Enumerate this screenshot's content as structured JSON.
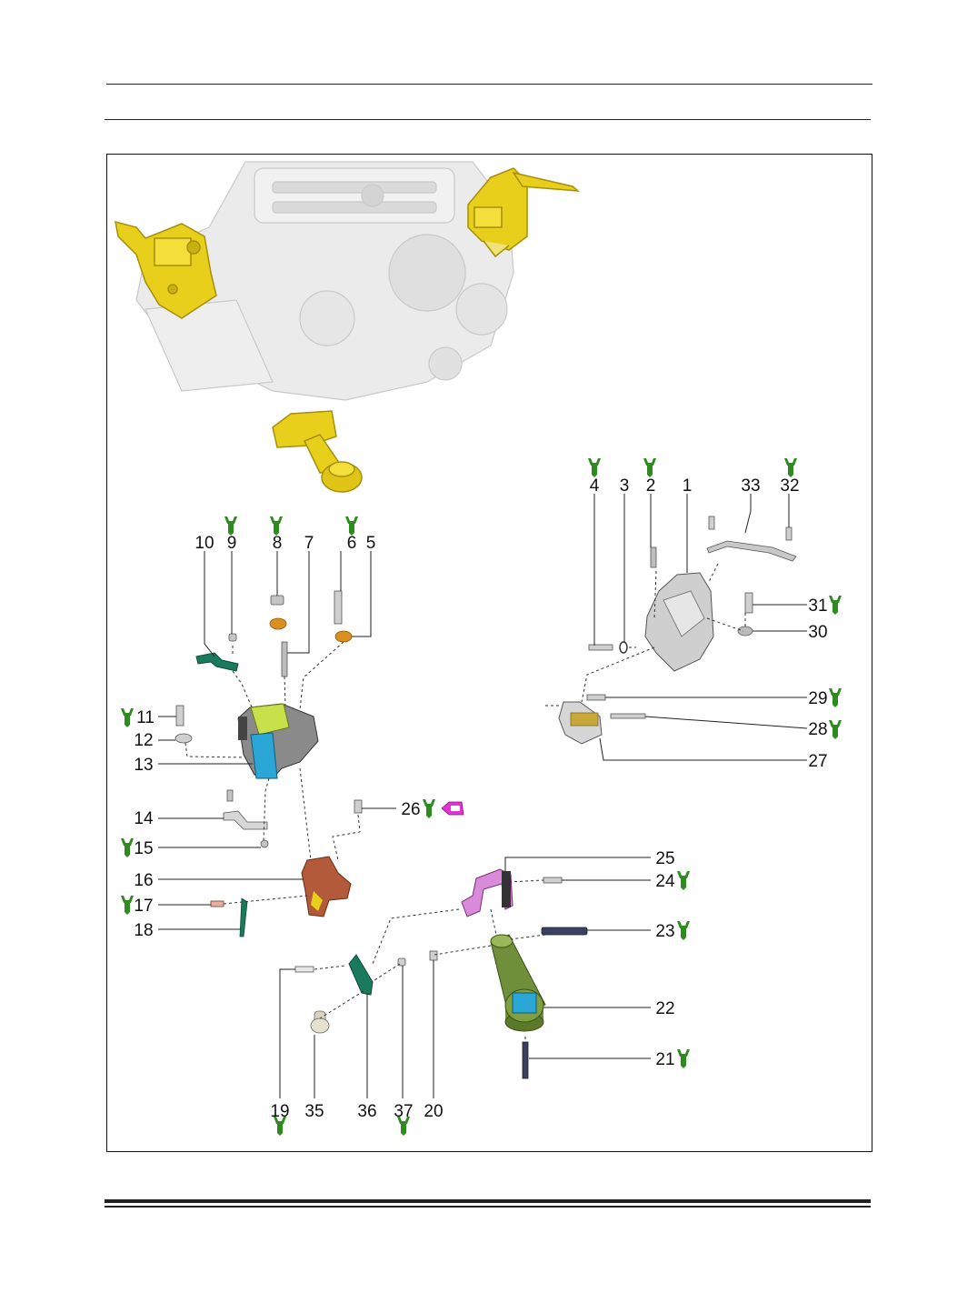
{
  "callouts": [
    "1",
    "2",
    "3",
    "4",
    "5",
    "6",
    "7",
    "8",
    "9",
    "10",
    "11",
    "12",
    "13",
    "14",
    "15",
    "16",
    "17",
    "18",
    "19",
    "20",
    "21",
    "22",
    "23",
    "24",
    "25",
    "26",
    "27",
    "28",
    "29",
    "30",
    "31",
    "32",
    "33",
    "35",
    "36",
    "37"
  ],
  "colors": {
    "torque_icon": "#2e8b1f",
    "highlight_mount": "#e8cf1c",
    "engine_ghost": "#cfcfcf",
    "bracket_teal": "#1a7a5c",
    "bracket_blue": "#2aa7d6",
    "bracket_lime": "#c8e04a",
    "bracket_rust": "#b35a3a",
    "bracket_pink": "#d98ad8",
    "rod_green": "#6f8f3a",
    "bolt_orange": "#d9901e",
    "part_grey": "#b8b8b8",
    "special_tool": "#e033d0"
  },
  "icons": {
    "torque": "wrench-torque-icon",
    "special": "special-tool-icon"
  }
}
